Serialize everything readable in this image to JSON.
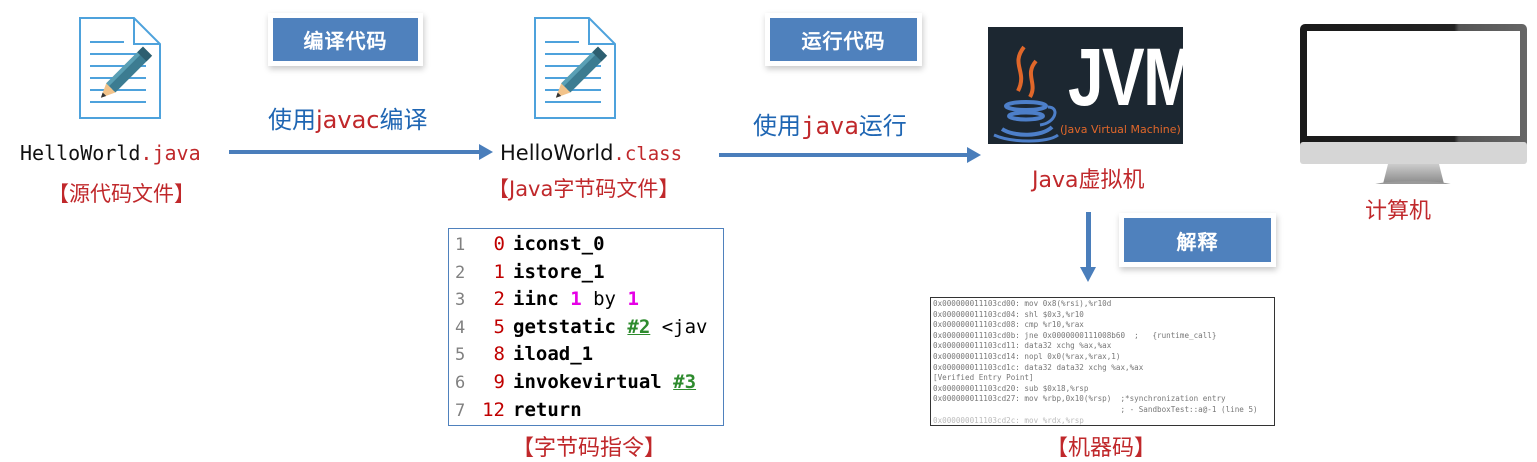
{
  "steps": {
    "compile_tag": "编译代码",
    "run_tag": "运行代码",
    "interpret_tag": "解释"
  },
  "source": {
    "file_base": "HelloWorld",
    "file_ext": ".java",
    "caption": "【源代码文件】",
    "icon": "document-pencil-icon"
  },
  "compile_action": {
    "prefix": "使用",
    "cmd": "javac",
    "suffix": "编译"
  },
  "classfile": {
    "file_base": "HelloWorld",
    "file_ext": ".class",
    "caption": "【Java字节码文件】",
    "icon": "document-pencil-icon"
  },
  "run_action": {
    "prefix": "使用",
    "cmd": "java",
    "suffix": "运行"
  },
  "jvm": {
    "logo_text": "JVM",
    "logo_subtitle": "(Java Virtual Machine)",
    "caption": "Java虚拟机",
    "icon": "java-coffee-cup-icon"
  },
  "computer": {
    "caption": "计算机",
    "icon": "monitor-icon"
  },
  "bytecode": {
    "caption": "【字节码指令】",
    "lines": [
      {
        "ln": "1",
        "off": "0",
        "op": "iconst_0"
      },
      {
        "ln": "2",
        "off": "1",
        "op": "istore_1"
      },
      {
        "ln": "3",
        "off": "2",
        "op": "iinc",
        "a1": "1",
        "mid": " by ",
        "a2": "1"
      },
      {
        "ln": "4",
        "off": "5",
        "op": "getstatic",
        "ref": "#2",
        "rest": " <jav"
      },
      {
        "ln": "5",
        "off": "8",
        "op": "iload_1"
      },
      {
        "ln": "6",
        "off": "9",
        "op": "invokevirtual",
        "ref": "#3"
      },
      {
        "ln": "7",
        "off": "12",
        "op": "return"
      }
    ]
  },
  "machine_code": {
    "caption": "【机器码】",
    "lines": [
      "0x000000011103cd00: mov 0x8(%rsi),%r10d",
      "0x000000011103cd04: shl $0x3,%r10",
      "0x000000011103cd08: cmp %r10,%rax",
      "0x000000011103cd0b: jne 0x0000000111008b60  ;   {runtime_call}",
      "0x000000011103cd11: data32 xchg %ax,%ax",
      "0x000000011103cd14: nopl 0x0(%rax,%rax,1)",
      "0x000000011103cd1c: data32 data32 xchg %ax,%ax",
      "[Verified Entry Point]",
      "0x000000011103cd20: sub $0x18,%rsp",
      "0x000000011103cd27: mov %rbp,0x10(%rsp)  ;*synchronization entry",
      "                                         ; - SandboxTest::a@-1 (line 5)",
      "0x000000011103cd2c: mov %rdx,%rsp"
    ]
  },
  "colors": {
    "accent_blue": "#4f81bd",
    "caption_red": "#c0282b",
    "action_blue": "#1f66b3"
  }
}
